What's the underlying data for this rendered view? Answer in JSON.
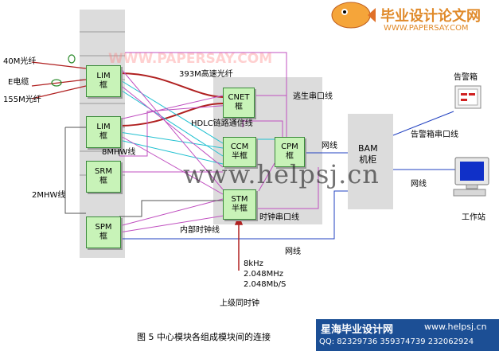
{
  "diagram": {
    "nodes": {
      "lim1": "LIM\n框",
      "lim2": "LIM\n框",
      "srm": "SRM\n框",
      "spm": "SPM\n框",
      "cnet": "CNET\n框",
      "ccm": "CCM\n半框",
      "cpm": "CPM\n框",
      "stm": "STM\n半框",
      "bam": "BAM\n机柜"
    },
    "labels": {
      "fiber40": "40M光纤",
      "e_cable": "E电缆",
      "fiber155": "155M光纤",
      "hs_fiber": "393M高速光纤",
      "escape_serial": "逃生串口线",
      "hdlc": "HDLC链路通信线",
      "clk8m": "8MHW线",
      "net_cpm_bam": "网线",
      "hw2m": "2MHW线",
      "clock_serial": "时钟串口线",
      "internal_clock": "内部时钟线",
      "net_bottom": "网线",
      "alarm_box": "告警箱",
      "alarm_serial": "告警箱串口线",
      "net_ws": "网线",
      "workstation": "工作站",
      "freq_8k": "8kHz",
      "freq_2mhz": "2.048MHz",
      "freq_2mbs": "2.048Mb/S",
      "upper_sync": "上级同时钟",
      "caption": "图 5    中心模块各组成模块间的连接"
    },
    "watermarks": {
      "logo_cn": "毕业设计论文网",
      "logo_url": "WWW.PAPERSAY.COM",
      "overlay_papersay": "WWW.PAPERSAY.COM",
      "overlay_helpsj": "www.helpsj.cn",
      "banner_title": "星海毕业设计网",
      "banner_url": "www.helpsj.cn",
      "banner_qq": "QQ: 82329736  359374739  232062924"
    },
    "colors": {
      "node_fill": "#c8f3b8",
      "cabinet": "#dcdcdc",
      "red": "#b02020",
      "cyan": "#20c0d0",
      "magenta": "#c050c0",
      "blue": "#2040c0",
      "banner": "#1c4f95"
    }
  }
}
